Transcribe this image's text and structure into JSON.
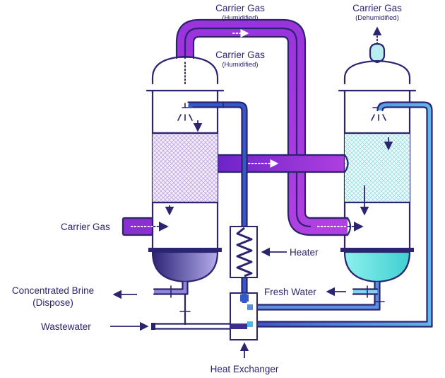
{
  "labels": {
    "carrier_gas_humidified_top": "Carrier Gas",
    "carrier_gas_humidified_top_sub": "(Humidified)",
    "carrier_gas_humidified_mid": "Carrier Gas",
    "carrier_gas_humidified_mid_sub": "(Humidified)",
    "carrier_gas_dehumidified": "Carrier Gas",
    "carrier_gas_dehumidified_sub": "(Dehumidified)",
    "carrier_gas_inlet": "Carrier Gas",
    "heater": "Heater",
    "concentrated_brine_line1": "Concentrated Brine",
    "concentrated_brine_line2": "(Dispose)",
    "wastewater": "Wastewater",
    "fresh_water": "Fresh Water",
    "heat_exchanger": "Heat Exchanger"
  },
  "colors": {
    "outline": "#2b2470",
    "carrier_gas_pipe_light": "#b040e0",
    "carrier_gas_pipe_dark": "#6b22c8",
    "humidifier_packing": "#c9b4e6",
    "dehumidifier_packing": "#a8e6ea",
    "brine_basin_dark": "#3c2f8c",
    "brine_basin_light": "#a79fe0",
    "fresh_water_basin": "#5ed8d8",
    "hot_water_pipe": "#3358c8",
    "cold_water_pipe": "#4fb6e6"
  }
}
